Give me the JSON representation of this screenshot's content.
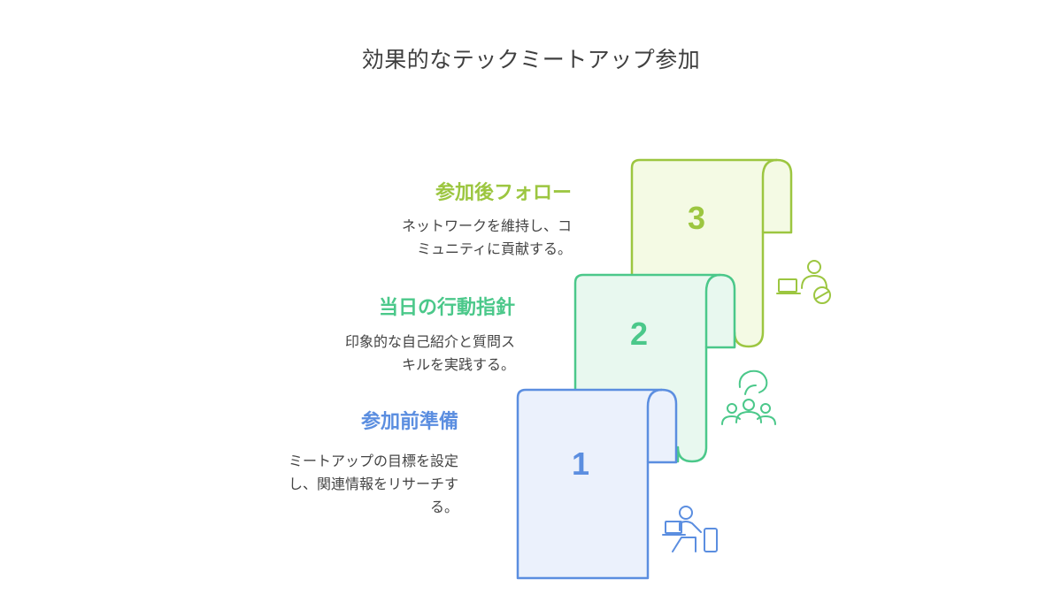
{
  "title": "効果的なテックミートアップ参加",
  "colors": {
    "step1": "#5b8ee0",
    "step1_fill": "#ebf1fc",
    "step2": "#4bc88a",
    "step2_fill": "#e8f8ef",
    "step3": "#9cc640",
    "step3_fill": "#f4fae4",
    "icon": "#444444"
  },
  "steps": [
    {
      "number": "1",
      "title": "参加前準備",
      "desc_lines": [
        "ミートアップの目標を設定",
        "し、関連情報をリサーチす",
        "る。"
      ],
      "icon": "person-with-laptop-icon"
    },
    {
      "number": "2",
      "title": "当日の行動指針",
      "desc_lines": [
        "印象的な自己紹介と質問ス",
        "キルを実践する。"
      ],
      "icon": "group-conversation-icon"
    },
    {
      "number": "3",
      "title": "参加後フォロー",
      "desc_lines": [
        "ネットワークを維持し、コ",
        "ミュニティに貢献する。"
      ],
      "icon": "person-networking-icon"
    }
  ]
}
